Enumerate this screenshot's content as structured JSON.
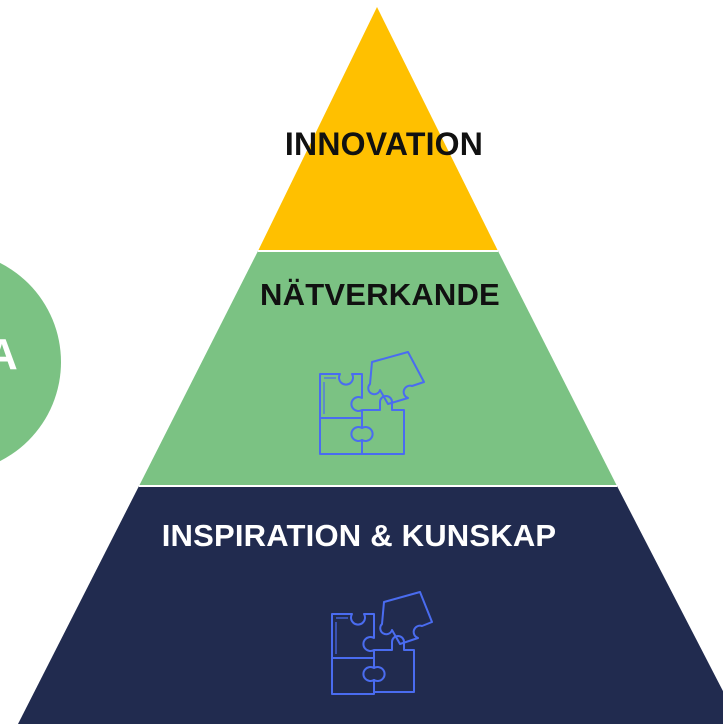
{
  "pyramid": {
    "levels": [
      {
        "label": "INNOVATION",
        "color": "#FFC000",
        "icon": "none"
      },
      {
        "label": "NÄTVERKANDE",
        "color": "#7BC283",
        "icon": "puzzle-icon"
      },
      {
        "label": "INSPIRATION & KUNSKAP",
        "color": "#212B4F",
        "icon": "puzzle-icon"
      }
    ]
  },
  "side_circle": {
    "color": "#7BC283",
    "glyph": "A"
  },
  "colors": {
    "puzzle_stroke": "#4A6CF0",
    "divider": "#ffffff"
  }
}
